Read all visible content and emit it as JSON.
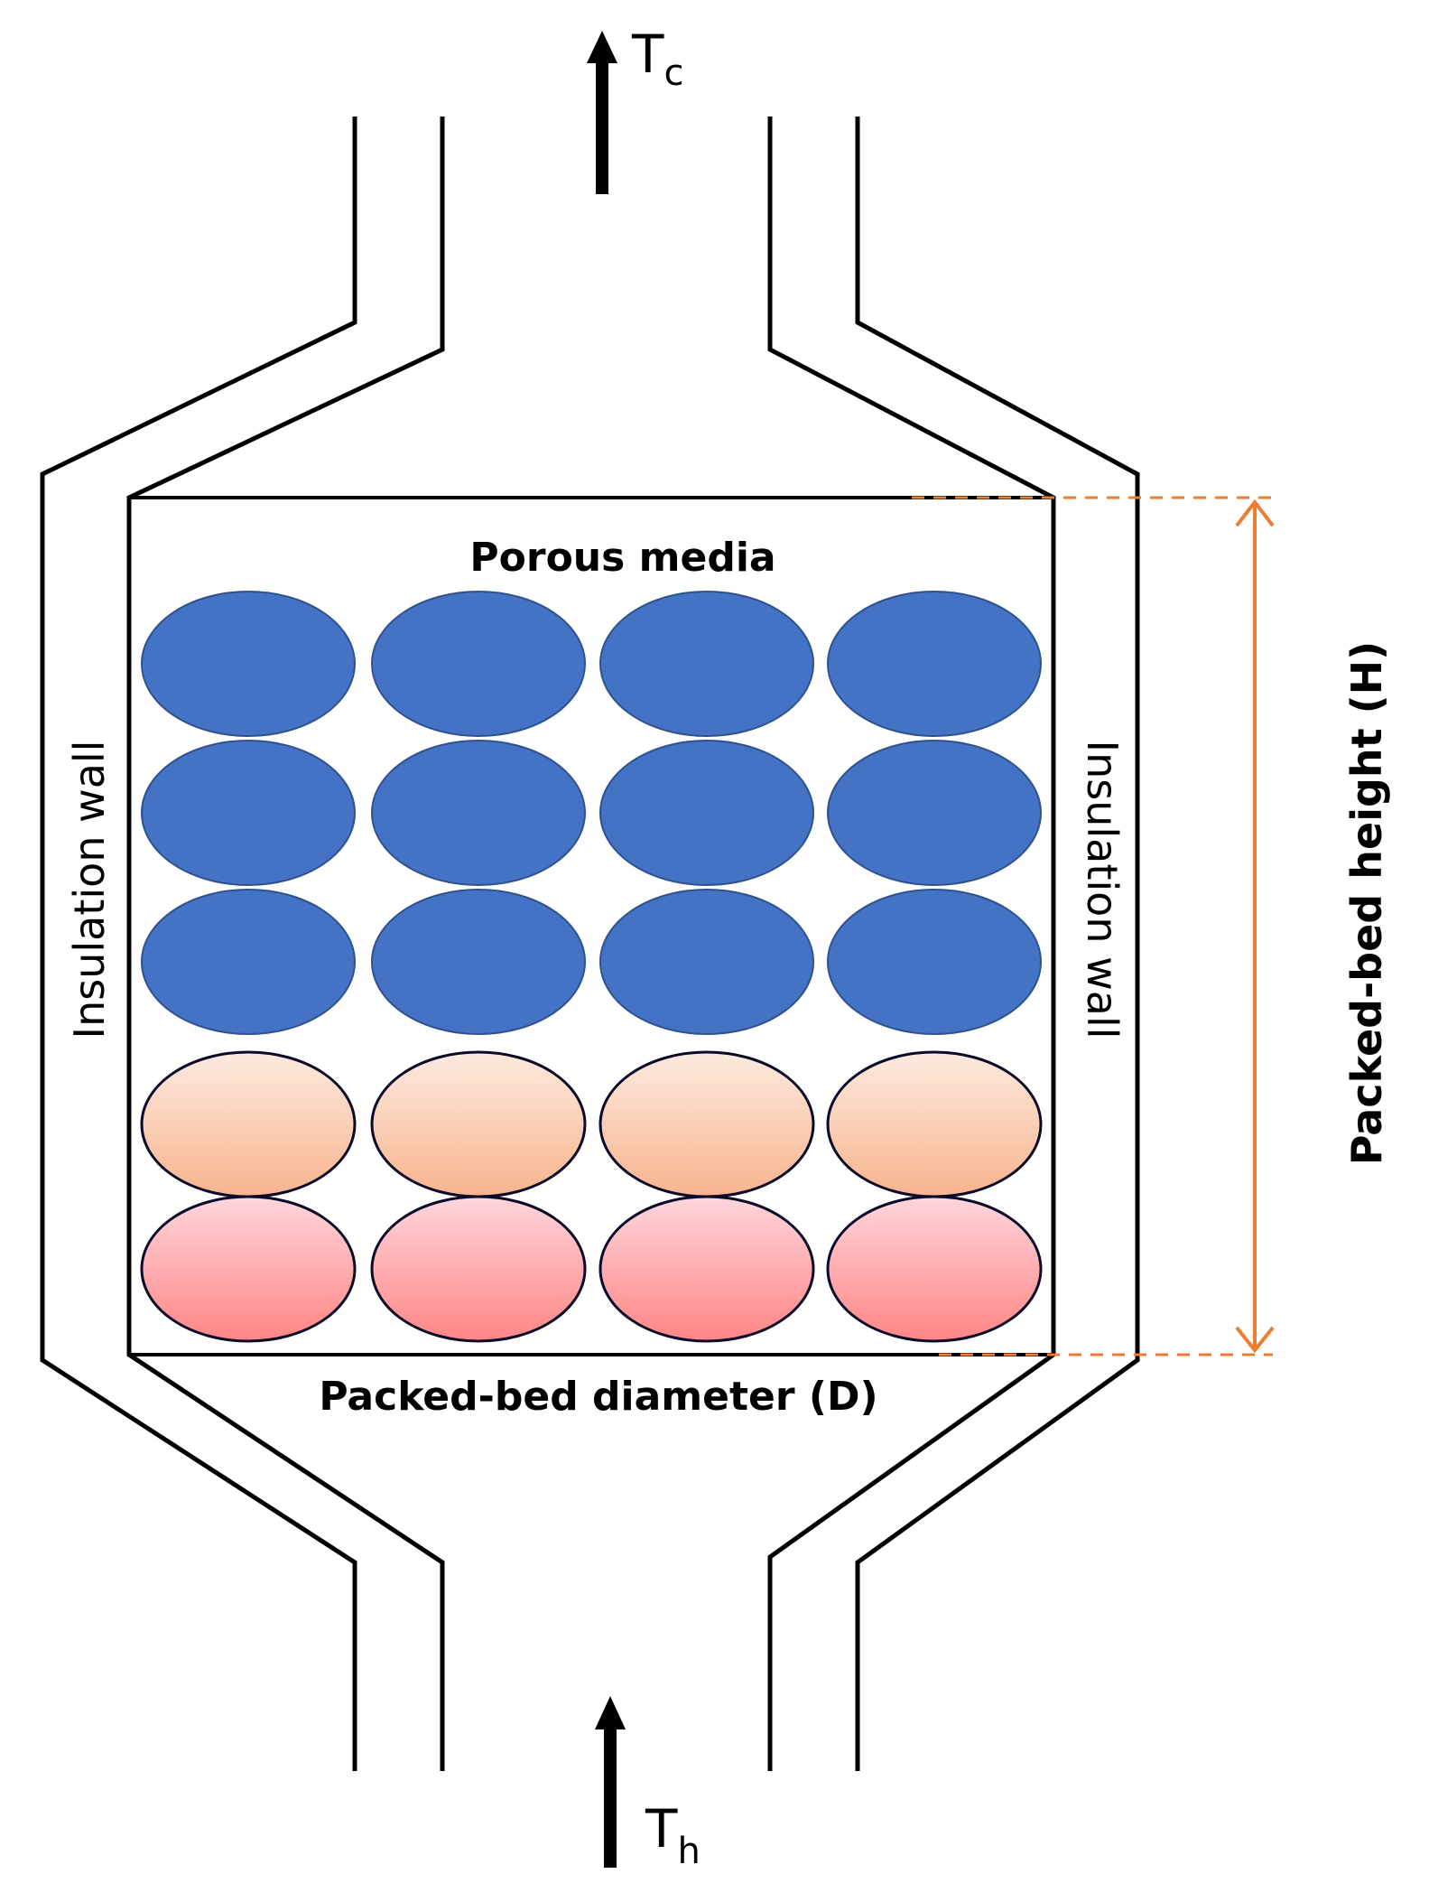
{
  "labels": {
    "outlet_temp_main": "T",
    "outlet_temp_sub": "c",
    "inlet_temp_main": "T",
    "inlet_temp_sub": "h",
    "porous_media": "Porous media",
    "insulation_left": "Insulation wall",
    "insulation_right": "Insulation wall",
    "diameter": "Packed-bed diameter (D)",
    "height": "Packed-bed height (H)"
  },
  "particles": {
    "rows": 5,
    "cols": 4,
    "cold_rows": 3,
    "warm_rows": 1,
    "hot_rows": 1
  },
  "colors": {
    "wall": "#000000",
    "cold_fill": "#4472C4",
    "cold_stroke": "#2F528F",
    "warm_top": "#FDEADF",
    "warm_bottom": "#F8B48E",
    "hot_top": "#FFD6DC",
    "hot_bottom": "#FF8585",
    "dimension": "#ED7D31"
  }
}
